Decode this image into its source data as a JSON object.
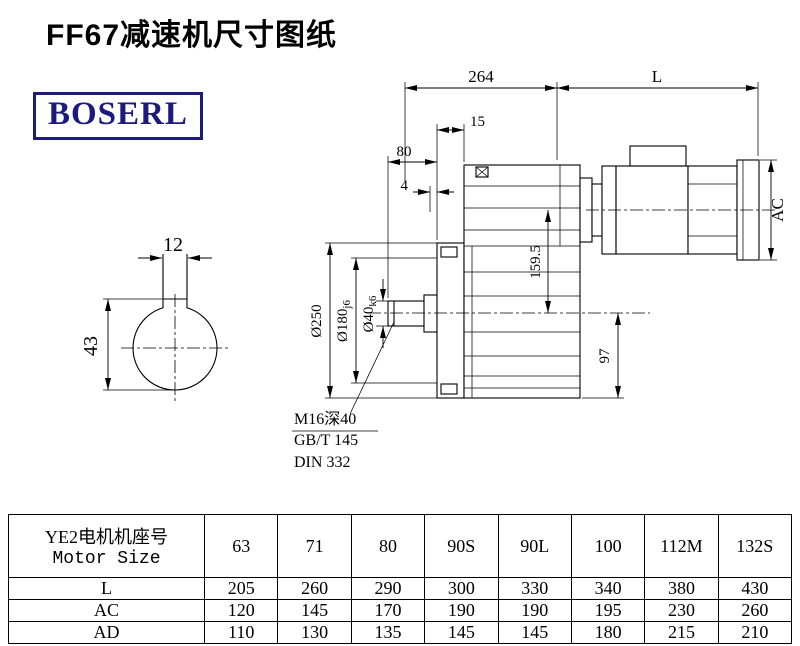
{
  "page": {
    "title": "FF67减速机尺寸图纸"
  },
  "logo": {
    "text": "BOSERL",
    "color": "#1b1b7e"
  },
  "drawing": {
    "dims": {
      "d264": "264",
      "L": "L",
      "d15": "15",
      "d80": "80",
      "d4": "4",
      "ac": "AC",
      "h159": "159.5",
      "h97": "97",
      "dia250": "Ø250",
      "dia180": "Ø180",
      "tol180": "j6",
      "dia40": "Ø40",
      "tol40": "k6",
      "key12": "12",
      "key43": "43"
    },
    "notes": [
      "M16深40",
      "GB/T 145",
      "DIN 332"
    ]
  },
  "table": {
    "header": {
      "line1": "YE2电机机座号",
      "line2": "Motor Size"
    },
    "columns": [
      "63",
      "71",
      "80",
      "90S",
      "90L",
      "100",
      "112M",
      "132S"
    ],
    "rows": [
      {
        "label": "L",
        "values": [
          "205",
          "260",
          "290",
          "300",
          "330",
          "340",
          "380",
          "430"
        ]
      },
      {
        "label": "AC",
        "values": [
          "120",
          "145",
          "170",
          "190",
          "190",
          "195",
          "230",
          "260"
        ]
      },
      {
        "label": "AD",
        "values": [
          "110",
          "130",
          "135",
          "145",
          "145",
          "180",
          "215",
          "210"
        ]
      }
    ]
  }
}
